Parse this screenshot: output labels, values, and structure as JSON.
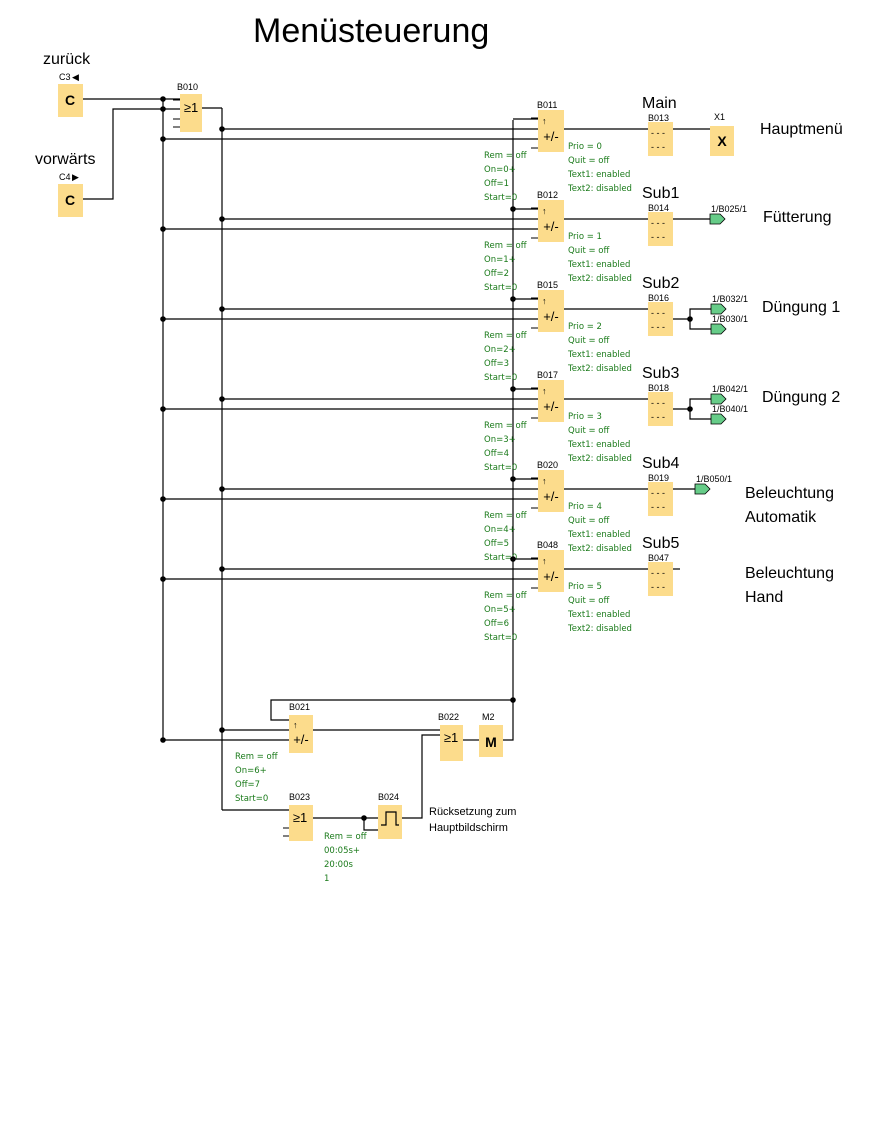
{
  "title": "Menüsteuerung",
  "inputs": [
    {
      "id": "in-back",
      "label": "zurück",
      "tag": "C3",
      "arrow": "◀",
      "symbol": "C"
    },
    {
      "id": "in-fwd",
      "label": "vorwärts",
      "tag": "C4",
      "arrow": "▶",
      "symbol": "C"
    }
  ],
  "or_top": {
    "id": "B010",
    "symbol": "≥1"
  },
  "menus": [
    {
      "counter": "B011",
      "text_block": "B013",
      "sub": "Main",
      "desc": [
        "Hauptmenü"
      ],
      "params": [
        "Rem = off",
        "On=0+",
        "Off=1",
        "Start=0"
      ],
      "msg": [
        "Prio = 0",
        "Quit = off",
        "Text1: enabled",
        "Text2: disabled"
      ],
      "outputs": [
        {
          "kind": "X",
          "label": "X1"
        }
      ]
    },
    {
      "counter": "B012",
      "text_block": "B014",
      "sub": "Sub1",
      "desc": [
        "Fütterung"
      ],
      "params": [
        "Rem = off",
        "On=1+",
        "Off=2",
        "Start=0"
      ],
      "msg": [
        "Prio = 1",
        "Quit = off",
        "Text1: enabled",
        "Text2: disabled"
      ],
      "outputs": [
        {
          "kind": "conn",
          "label": "1/B025/1"
        }
      ]
    },
    {
      "counter": "B015",
      "text_block": "B016",
      "sub": "Sub2",
      "desc": [
        "Düngung 1"
      ],
      "params": [
        "Rem = off",
        "On=2+",
        "Off=3",
        "Start=0"
      ],
      "msg": [
        "Prio = 2",
        "Quit = off",
        "Text1: enabled",
        "Text2: disabled"
      ],
      "outputs": [
        {
          "kind": "conn",
          "label": "1/B032/1"
        },
        {
          "kind": "conn",
          "label": "1/B030/1"
        }
      ]
    },
    {
      "counter": "B017",
      "text_block": "B018",
      "sub": "Sub3",
      "desc": [
        "Düngung 2"
      ],
      "params": [
        "Rem = off",
        "On=3+",
        "Off=4",
        "Start=0"
      ],
      "msg": [
        "Prio = 3",
        "Quit = off",
        "Text1: enabled",
        "Text2: disabled"
      ],
      "outputs": [
        {
          "kind": "conn",
          "label": "1/B042/1"
        },
        {
          "kind": "conn",
          "label": "1/B040/1"
        }
      ]
    },
    {
      "counter": "B020",
      "text_block": "B019",
      "sub": "Sub4",
      "desc": [
        "Beleuchtung",
        "Automatik"
      ],
      "params": [
        "Rem = off",
        "On=4+",
        "Off=5",
        "Start=0"
      ],
      "msg": [
        "Prio = 4",
        "Quit = off",
        "Text1: enabled",
        "Text2: disabled"
      ],
      "outputs": [
        {
          "kind": "conn",
          "label": "1/B050/1"
        }
      ]
    },
    {
      "counter": "B048",
      "text_block": "B047",
      "sub": "Sub5",
      "desc": [
        "Beleuchtung",
        "Hand"
      ],
      "params": [
        "Rem = off",
        "On=5+",
        "Off=6",
        "Start=0"
      ],
      "msg": [
        "Prio = 5",
        "Quit = off",
        "Text1: enabled",
        "Text2: disabled"
      ],
      "outputs": []
    }
  ],
  "counter_symbol": "+/-",
  "bottom": {
    "b021": {
      "id": "B021",
      "symbol": "+/-",
      "params": [
        "Rem = off",
        "On=6+",
        "Off=7",
        "Start=0"
      ]
    },
    "b022": {
      "id": "B022",
      "symbol": "≥1"
    },
    "m2": {
      "id": "M2",
      "symbol": "M"
    },
    "b023": {
      "id": "B023",
      "symbol": "≥1"
    },
    "b024": {
      "id": "B024",
      "params": [
        "Rem = off",
        "00:05s+",
        "20:00s",
        "1"
      ]
    },
    "note": [
      "Rücksetzung zum",
      "Hauptbildschirm"
    ]
  },
  "colors": {
    "block": "#fcdc8c",
    "params": "#1a7a1a",
    "connector": "#66cc88"
  }
}
